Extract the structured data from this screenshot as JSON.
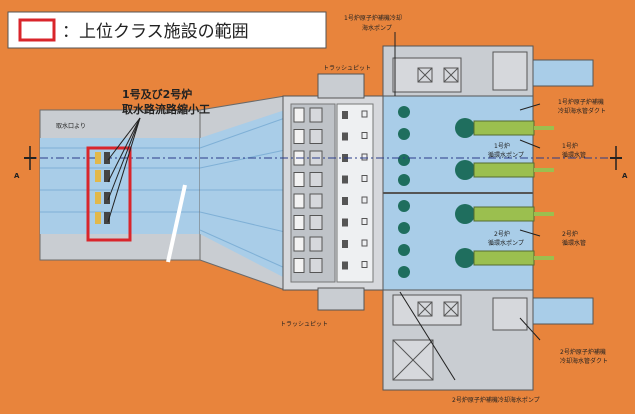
{
  "legend": {
    "text": "：上位クラス施設の範囲",
    "border_color": "#d9252b"
  },
  "labels": {
    "intake": "取水口より",
    "constriction_line1": "1号及び2号炉",
    "constriction_line2": "取水路流路縮小工",
    "trash_pit_top": "トラッシュピット",
    "trash_pit_bottom": "トラッシュピット",
    "u1_aux_pump_line1": "1号炉原子炉補機冷却",
    "u1_aux_pump_line2": "海水ポンプ",
    "u1_aux_duct_line1": "1号炉原子炉補機",
    "u1_aux_duct_line2": "冷却海水管ダクト",
    "u1_circ_pump_line1": "1号炉",
    "u1_circ_pump_line2": "循環水ポンプ",
    "u1_circ_pipe_line1": "1号炉",
    "u1_circ_pipe_line2": "循環水管",
    "u2_circ_pump_line1": "2号炉",
    "u2_circ_pump_line2": "循環水ポンプ",
    "u2_circ_pipe_line1": "2号炉",
    "u2_circ_pipe_line2": "循環水管",
    "u2_aux_duct_line1": "2号炉原子炉補機",
    "u2_aux_duct_line2": "冷却海水管ダクト",
    "u2_aux_pump": "2号炉原子炉補機冷却海水ポンプ",
    "section_left": "A",
    "section_right": "A"
  },
  "colors": {
    "background": "#e8843c",
    "concrete": "#c9cdd2",
    "water": "#a9cde8",
    "highlight": "#d9252b",
    "pump": "#1f6e5e",
    "pipe": "#9bbf4f"
  }
}
